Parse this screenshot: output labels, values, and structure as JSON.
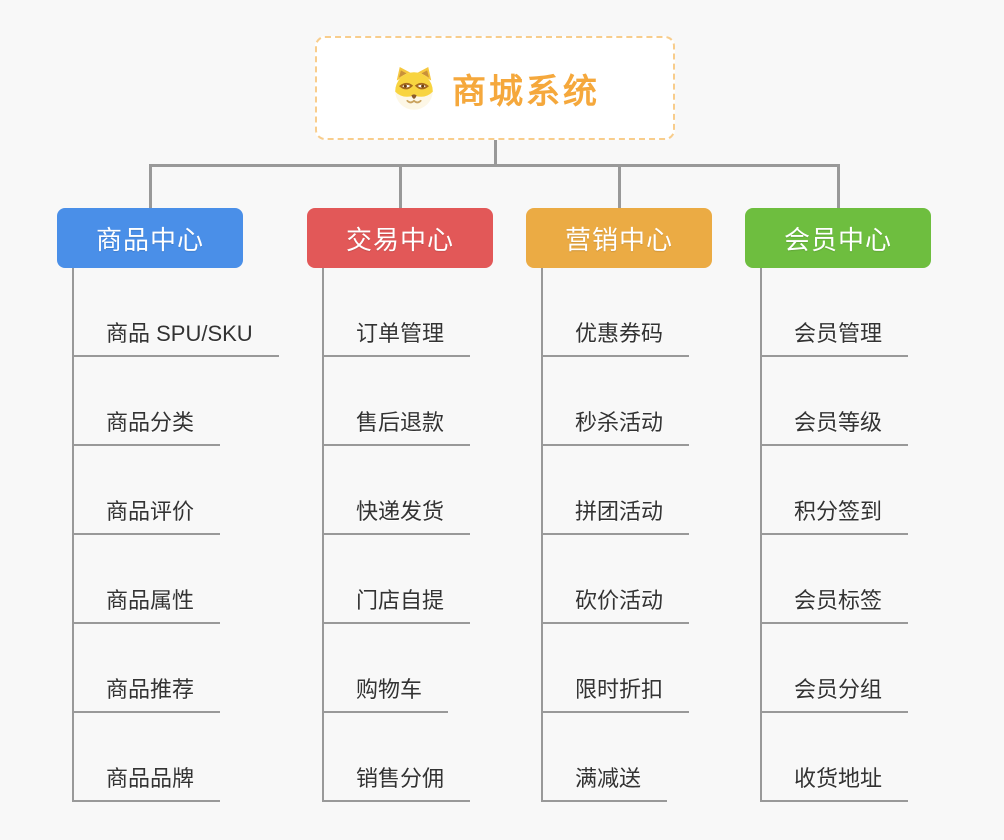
{
  "background_color": "#f8f8f8",
  "connector_color": "#999999",
  "root": {
    "title": "商城系统",
    "icon": "doge-icon",
    "text_color": "#f5a83c",
    "border_color": "#f8cd8c"
  },
  "branches": [
    {
      "label": "商品中心",
      "color": "#4a8fe8",
      "items": [
        "商品 SPU/SKU",
        "商品分类",
        "商品评价",
        "商品属性",
        "商品推荐",
        "商品品牌"
      ]
    },
    {
      "label": "交易中心",
      "color": "#e25858",
      "items": [
        "订单管理",
        "售后退款",
        "快递发货",
        "门店自提",
        "购物车",
        "销售分佣"
      ]
    },
    {
      "label": "营销中心",
      "color": "#ebab44",
      "items": [
        "优惠券码",
        "秒杀活动",
        "拼团活动",
        "砍价活动",
        "限时折扣",
        "满减送"
      ]
    },
    {
      "label": "会员中心",
      "color": "#6ebe3f",
      "items": [
        "会员管理",
        "会员等级",
        "积分签到",
        "会员标签",
        "会员分组",
        "收货地址"
      ]
    }
  ]
}
